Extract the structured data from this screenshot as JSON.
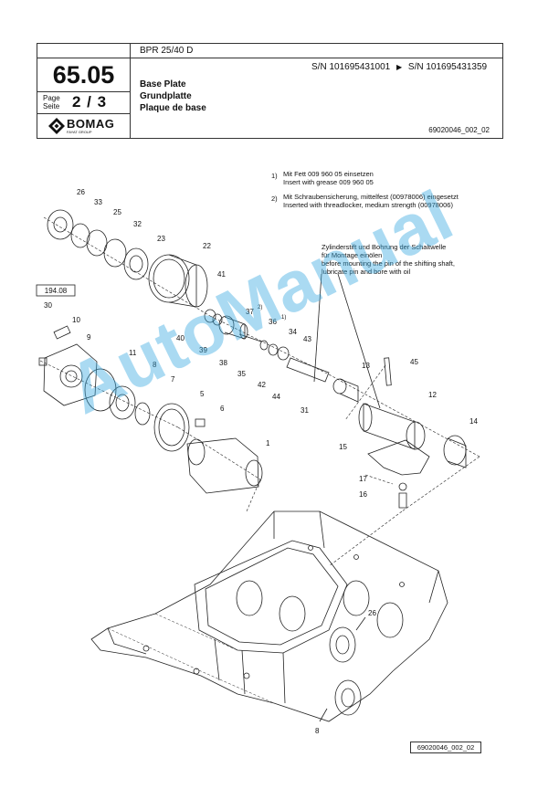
{
  "header": {
    "model": "BPR 25/40 D",
    "section": "65.05",
    "page_label_line1": "Page",
    "page_label_line2": "Seite",
    "page_number": "2 / 3",
    "serial_from": "S/N 101695431001",
    "serial_arrow": "▶",
    "serial_to": "S/N 101695431359",
    "title_en": "Base Plate",
    "title_de": "Grundplatte",
    "title_fr": "Plaque de base",
    "drawing_ref": "69020046_002_02",
    "logo_text": "BOMAG",
    "logo_subtext": "FAYAT GROUP"
  },
  "notes": [
    {
      "num": "1)",
      "line1": "Mit Fett  009 960 05 einsetzen",
      "line2": "Insert  with grease  009 960 05"
    },
    {
      "num": "2)",
      "line1": "Mit Schraubensicherung, mittelfest (00978006) eingesetzt",
      "line2": "Inserted with threadlocker, medium strength (00978006)"
    }
  ],
  "callout_note": {
    "line1": "Zylinderstift und Bohrung der Schaltwelle",
    "line2": "für Montage einölen",
    "line3": "before mounting the pin of the shifting shaft,",
    "line4": "lubricate pin and bore with oil"
  },
  "ref_box": "194.08",
  "parts": [
    "26",
    "33",
    "25",
    "32",
    "23",
    "22",
    "41",
    "40",
    "39",
    "38",
    "37",
    "36",
    "34",
    "35",
    "42",
    "43",
    "44",
    "31",
    "13",
    "45",
    "12",
    "14",
    "15",
    "17",
    "16",
    "30",
    "10",
    "9",
    "11",
    "8",
    "7",
    "5",
    "6",
    "1"
  ],
  "bottom_parts": [
    "26",
    "8"
  ],
  "footer_ref": "69020046_002_02",
  "watermark": "AutoManual",
  "colors": {
    "watermark": "#36a9e1",
    "line": "#222222"
  }
}
